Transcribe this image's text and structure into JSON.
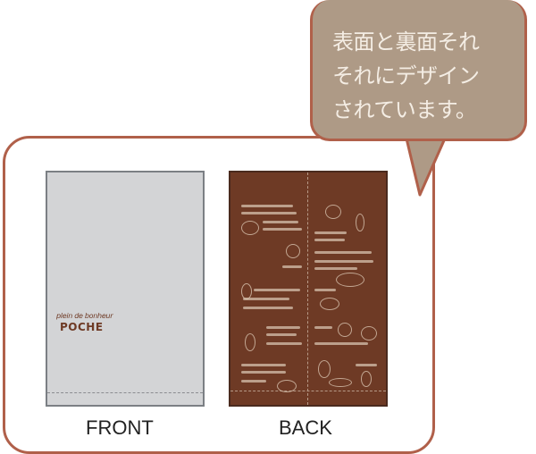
{
  "bubble": {
    "text": "表面と裏面それ\nそれにデザイン\nされています。"
  },
  "front": {
    "label": "FRONT",
    "logo_small": "plein de bonheur",
    "logo_big": "POCHE"
  },
  "back": {
    "label": "BACK"
  },
  "colors": {
    "frame": "#b0604a",
    "bubble": "#ae9a86",
    "front_panel": "#d3d4d6",
    "back_panel": "#6e3a25"
  }
}
